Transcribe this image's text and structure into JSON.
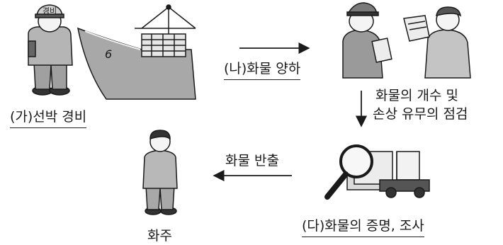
{
  "steps": {
    "a": "(가)선박 경비",
    "b": "(나)화물 양하",
    "c_line1": "화물의 개수 및",
    "c_line2": "손상 유무의 점검",
    "d": "(다)화물의 증명, 조사",
    "e": "화물 반출",
    "f": "화주"
  },
  "illustration": {
    "guard_cap_text": "경비",
    "ship_number": "6"
  },
  "colors": {
    "ink": "#1a1a1a",
    "tone": "#9a9a9a",
    "light": "#d9d9d9"
  }
}
